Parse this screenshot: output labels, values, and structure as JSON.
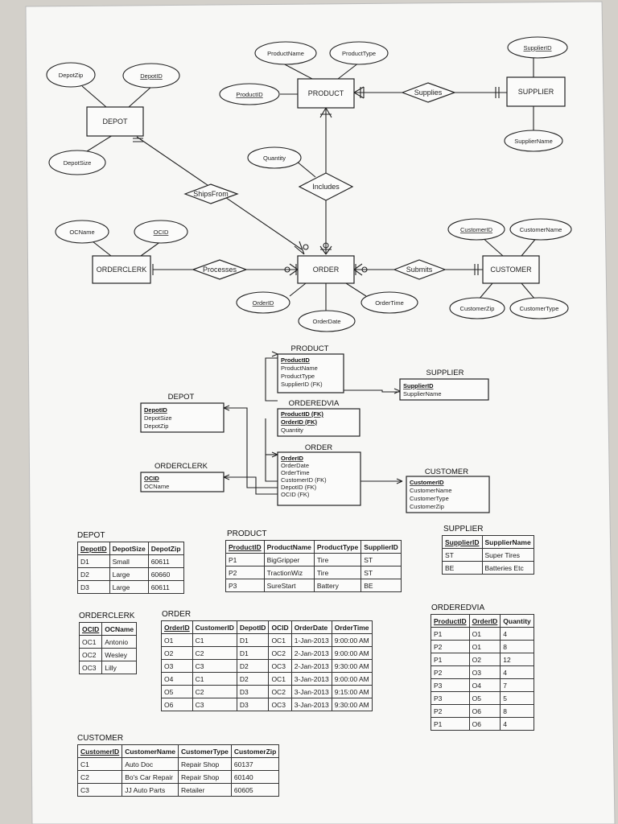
{
  "er": {
    "entities": {
      "depot": "DEPOT",
      "product": "PRODUCT",
      "supplier": "SUPPLIER",
      "orderclerk": "ORDERCLERK",
      "order": "ORDER",
      "customer": "CUSTOMER"
    },
    "relationships": {
      "supplies": "Supplies",
      "includes": "Includes",
      "shipsfrom": "ShipsFrom",
      "processes": "Processes",
      "submits": "Submits"
    },
    "attributes": {
      "depotzip": "DepotZip",
      "depotid": "DepotID",
      "depotsize": "DepotSize",
      "productname": "ProductName",
      "producttype": "ProductType",
      "productid": "ProductID",
      "supplierid": "SupplierID",
      "suppliername": "SupplierName",
      "quantity": "Quantity",
      "ocname": "OCName",
      "ocid": "OCID",
      "orderid": "OrderID",
      "orderdate": "OrderDate",
      "ordertime": "OrderTime",
      "customerid": "CustomerID",
      "customername": "CustomerName",
      "customerzip": "CustomerZip",
      "customertype": "CustomerType"
    }
  },
  "schema": {
    "product": {
      "title": "PRODUCT",
      "pk": "ProductID",
      "rows": [
        "ProductName",
        "ProductType",
        "SupplierID (FK)"
      ]
    },
    "supplier": {
      "title": "SUPPLIER",
      "pk": "SupplierID",
      "rows": [
        "SupplierName"
      ]
    },
    "depot": {
      "title": "DEPOT",
      "pk": "DepotID",
      "rows": [
        "DepotSize",
        "DepotZip"
      ]
    },
    "orderedvia": {
      "title": "ORDEREDVIA",
      "pk1": "ProductID (FK)",
      "pk2": "OrderID (FK)",
      "rows": [
        "Quantity"
      ]
    },
    "order": {
      "title": "ORDER",
      "pk": "OrderID",
      "rows": [
        "OrderDate",
        "OrderTime",
        "CustomerID (FK)",
        "DepotID (FK)",
        "OCID (FK)"
      ]
    },
    "orderclerk": {
      "title": "ORDERCLERK",
      "pk": "OCID",
      "rows": [
        "OCName"
      ]
    },
    "customer": {
      "title": "CUSTOMER",
      "pk": "CustomerID",
      "rows": [
        "CustomerName",
        "CustomerType",
        "CustomerZip"
      ]
    }
  },
  "tables": {
    "depot": {
      "title": "DEPOT",
      "headers": [
        "DepotID",
        "DepotSize",
        "DepotZip"
      ],
      "rows": [
        [
          "D1",
          "Small",
          "60611"
        ],
        [
          "D2",
          "Large",
          "60660"
        ],
        [
          "D3",
          "Large",
          "60611"
        ]
      ]
    },
    "product": {
      "title": "PRODUCT",
      "headers": [
        "ProductID",
        "ProductName",
        "ProductType",
        "SupplierID"
      ],
      "rows": [
        [
          "P1",
          "BigGripper",
          "Tire",
          "ST"
        ],
        [
          "P2",
          "TractionWiz",
          "Tire",
          "ST"
        ],
        [
          "P3",
          "SureStart",
          "Battery",
          "BE"
        ]
      ]
    },
    "supplier": {
      "title": "SUPPLIER",
      "headers": [
        "SupplierID",
        "SupplierName"
      ],
      "rows": [
        [
          "ST",
          "Super Tires"
        ],
        [
          "BE",
          "Batteries Etc"
        ]
      ]
    },
    "orderclerk": {
      "title": "ORDERCLERK",
      "headers": [
        "OCID",
        "OCName"
      ],
      "rows": [
        [
          "OC1",
          "Antonio"
        ],
        [
          "OC2",
          "Wesley"
        ],
        [
          "OC3",
          "Lilly"
        ]
      ]
    },
    "order": {
      "title": "ORDER",
      "headers": [
        "OrderID",
        "CustomerID",
        "DepotID",
        "OCID",
        "OrderDate",
        "OrderTime"
      ],
      "rows": [
        [
          "O1",
          "C1",
          "D1",
          "OC1",
          "1-Jan-2013",
          "9:00:00 AM"
        ],
        [
          "O2",
          "C2",
          "D1",
          "OC2",
          "2-Jan-2013",
          "9:00:00 AM"
        ],
        [
          "O3",
          "C3",
          "D2",
          "OC3",
          "2-Jan-2013",
          "9:30:00 AM"
        ],
        [
          "O4",
          "C1",
          "D2",
          "OC1",
          "3-Jan-2013",
          "9:00:00 AM"
        ],
        [
          "O5",
          "C2",
          "D3",
          "OC2",
          "3-Jan-2013",
          "9:15:00 AM"
        ],
        [
          "O6",
          "C3",
          "D3",
          "OC3",
          "3-Jan-2013",
          "9:30:00 AM"
        ]
      ]
    },
    "orderedvia": {
      "title": "ORDEREDVIA",
      "headers": [
        "ProductID",
        "OrderID",
        "Quantity"
      ],
      "rows": [
        [
          "P1",
          "O1",
          "4"
        ],
        [
          "P2",
          "O1",
          "8"
        ],
        [
          "P1",
          "O2",
          "12"
        ],
        [
          "P2",
          "O3",
          "4"
        ],
        [
          "P3",
          "O4",
          "7"
        ],
        [
          "P3",
          "O5",
          "5"
        ],
        [
          "P2",
          "O6",
          "8"
        ],
        [
          "P1",
          "O6",
          "4"
        ]
      ]
    },
    "customer": {
      "title": "CUSTOMER",
      "headers": [
        "CustomerID",
        "CustomerName",
        "CustomerType",
        "CustomerZip"
      ],
      "rows": [
        [
          "C1",
          "Auto Doc",
          "Repair Shop",
          "60137"
        ],
        [
          "C2",
          "Bo's Car Repair",
          "Repair Shop",
          "60140"
        ],
        [
          "C3",
          "JJ Auto Parts",
          "Retailer",
          "60605"
        ]
      ]
    }
  }
}
